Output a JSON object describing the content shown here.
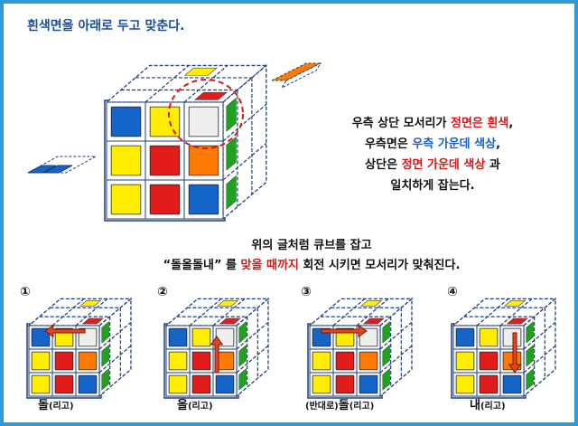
{
  "title": "흰색면을 아래로 두고 맞춘다.",
  "explanation": {
    "l1": {
      "p1": "우측 상단 모서리가 ",
      "p2": "정면은 흰색",
      "p3": ","
    },
    "l2": {
      "p1": "우측면은 ",
      "p2": "우측 가운데 색상",
      "p3": ","
    },
    "l3": {
      "p1": "상단은 ",
      "p2": "정면 가운데 색상",
      "p3": " 과"
    },
    "l4": "일치하게 잡는다."
  },
  "instruction": {
    "l1": "위의 글처럼 큐브를 잡고",
    "l2": {
      "p1": "“돌올돌내” 를 ",
      "p2": "맞을 때까지",
      "p3": " 회전 시키면 모서리가 맞춰진다."
    }
  },
  "steps": [
    {
      "num": "①",
      "main": "돌",
      "sub": "(리고)"
    },
    {
      "num": "②",
      "main": "올",
      "sub": "(리고)"
    },
    {
      "num": "③",
      "prefix": "(반대로)",
      "main": "돌",
      "sub": "(리고)"
    },
    {
      "num": "④",
      "main": "내",
      "sub": "(리고)"
    }
  ],
  "colors": {
    "frame": "#2e9bd3",
    "title": "#1f4e9b",
    "highlight_blue": "#1a61c2",
    "highlight_red": "#d21a1a"
  },
  "big_cube_front": [
    [
      "blue",
      "yellow",
      "white"
    ],
    [
      "yellow",
      "red",
      "orange"
    ],
    [
      "yellow",
      "red",
      "blue"
    ]
  ],
  "small_cube_front": [
    [
      "blue",
      "yellow",
      "white"
    ],
    [
      "yellow",
      "red",
      "orange"
    ],
    [
      "yellow",
      "red",
      "blue"
    ]
  ],
  "step_arrows": [
    "left",
    "up",
    "right",
    "down"
  ]
}
